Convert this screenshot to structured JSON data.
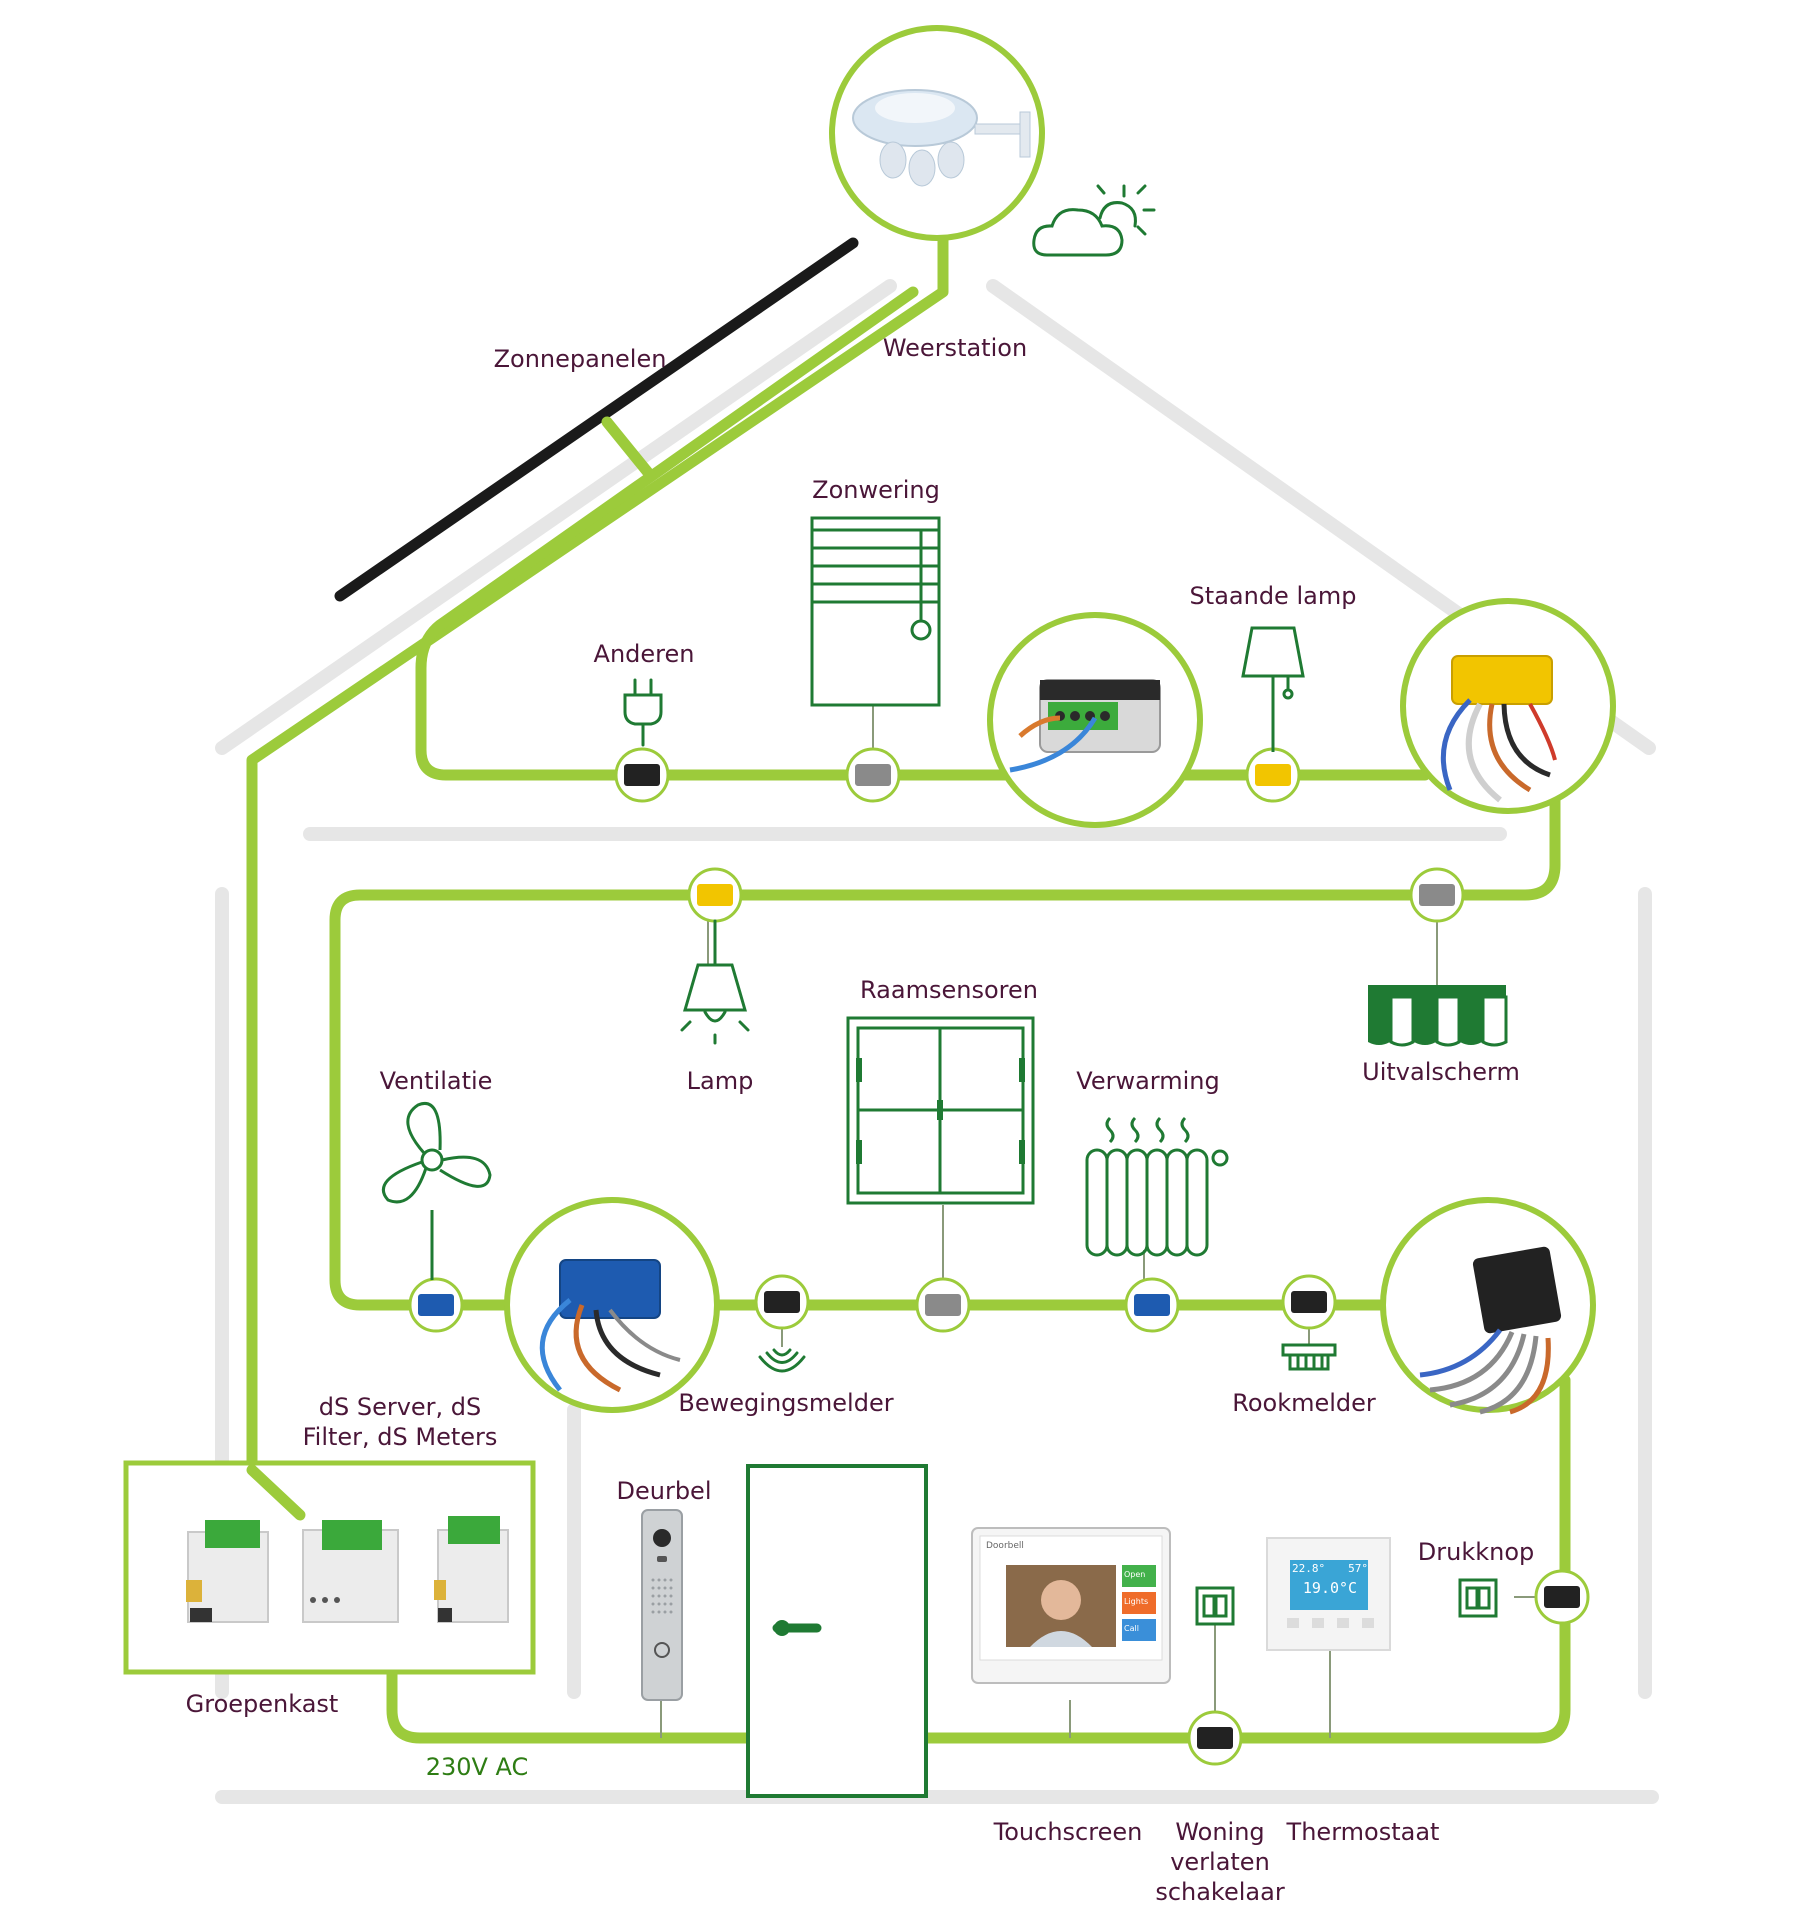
{
  "colors": {
    "bus_line": "#9ccb3b",
    "house_outline": "#e6e6e6",
    "icon_green": "#1f7a33",
    "label_text": "#4a1638",
    "label_green": "#2e7d14",
    "module_yellow": "#f2c500",
    "module_blue": "#1e5bb0",
    "module_black": "#222222",
    "module_grey": "#8a8a8a",
    "solar_panel": "#1a1a1a"
  },
  "labels": {
    "solar_panels": "Zonnepanelen",
    "weather_station": "Weerstation",
    "sun_shading": "Zonwering",
    "others": "Anderen",
    "floor_lamp": "Staande lamp",
    "window_sensors": "Raamsensoren",
    "ventilation": "Ventilatie",
    "lamp": "Lamp",
    "heating": "Verwarming",
    "awning": "Uitvalscherm",
    "motion_sensor": "Bewegingsmelder",
    "smoke_detector": "Rookmelder",
    "ds_devices": "dS Server, dS Filter, dS Meters",
    "doorbell": "Deurbel",
    "push_button": "Drukknop",
    "distribution_box": "Groepenkast",
    "mains_voltage": "230V AC",
    "touchscreen": "Touchscreen",
    "leave_home_switch": "Woning verlaten schakelaar",
    "thermostat": "Thermostaat"
  },
  "icons": [
    "weather-station-icon",
    "cloud-sun-icon",
    "solar-panel-icon",
    "blinds-icon",
    "plug-icon",
    "floor-lamp-icon",
    "ceiling-lamp-icon",
    "window-icon",
    "fan-icon",
    "radiator-icon",
    "awning-icon",
    "motion-waves-icon",
    "smoke-detector-icon",
    "doorbell-icon",
    "door-icon",
    "touchscreen-icon",
    "switch-icon",
    "thermostat-icon"
  ],
  "thermostat": {
    "temp_actual": "22.8°",
    "humidity": "57°",
    "temp_set": "19.0°C"
  },
  "touchscreen": {
    "brand": "Doorbell",
    "tiles": [
      "Open",
      "Lights",
      "Call"
    ]
  }
}
